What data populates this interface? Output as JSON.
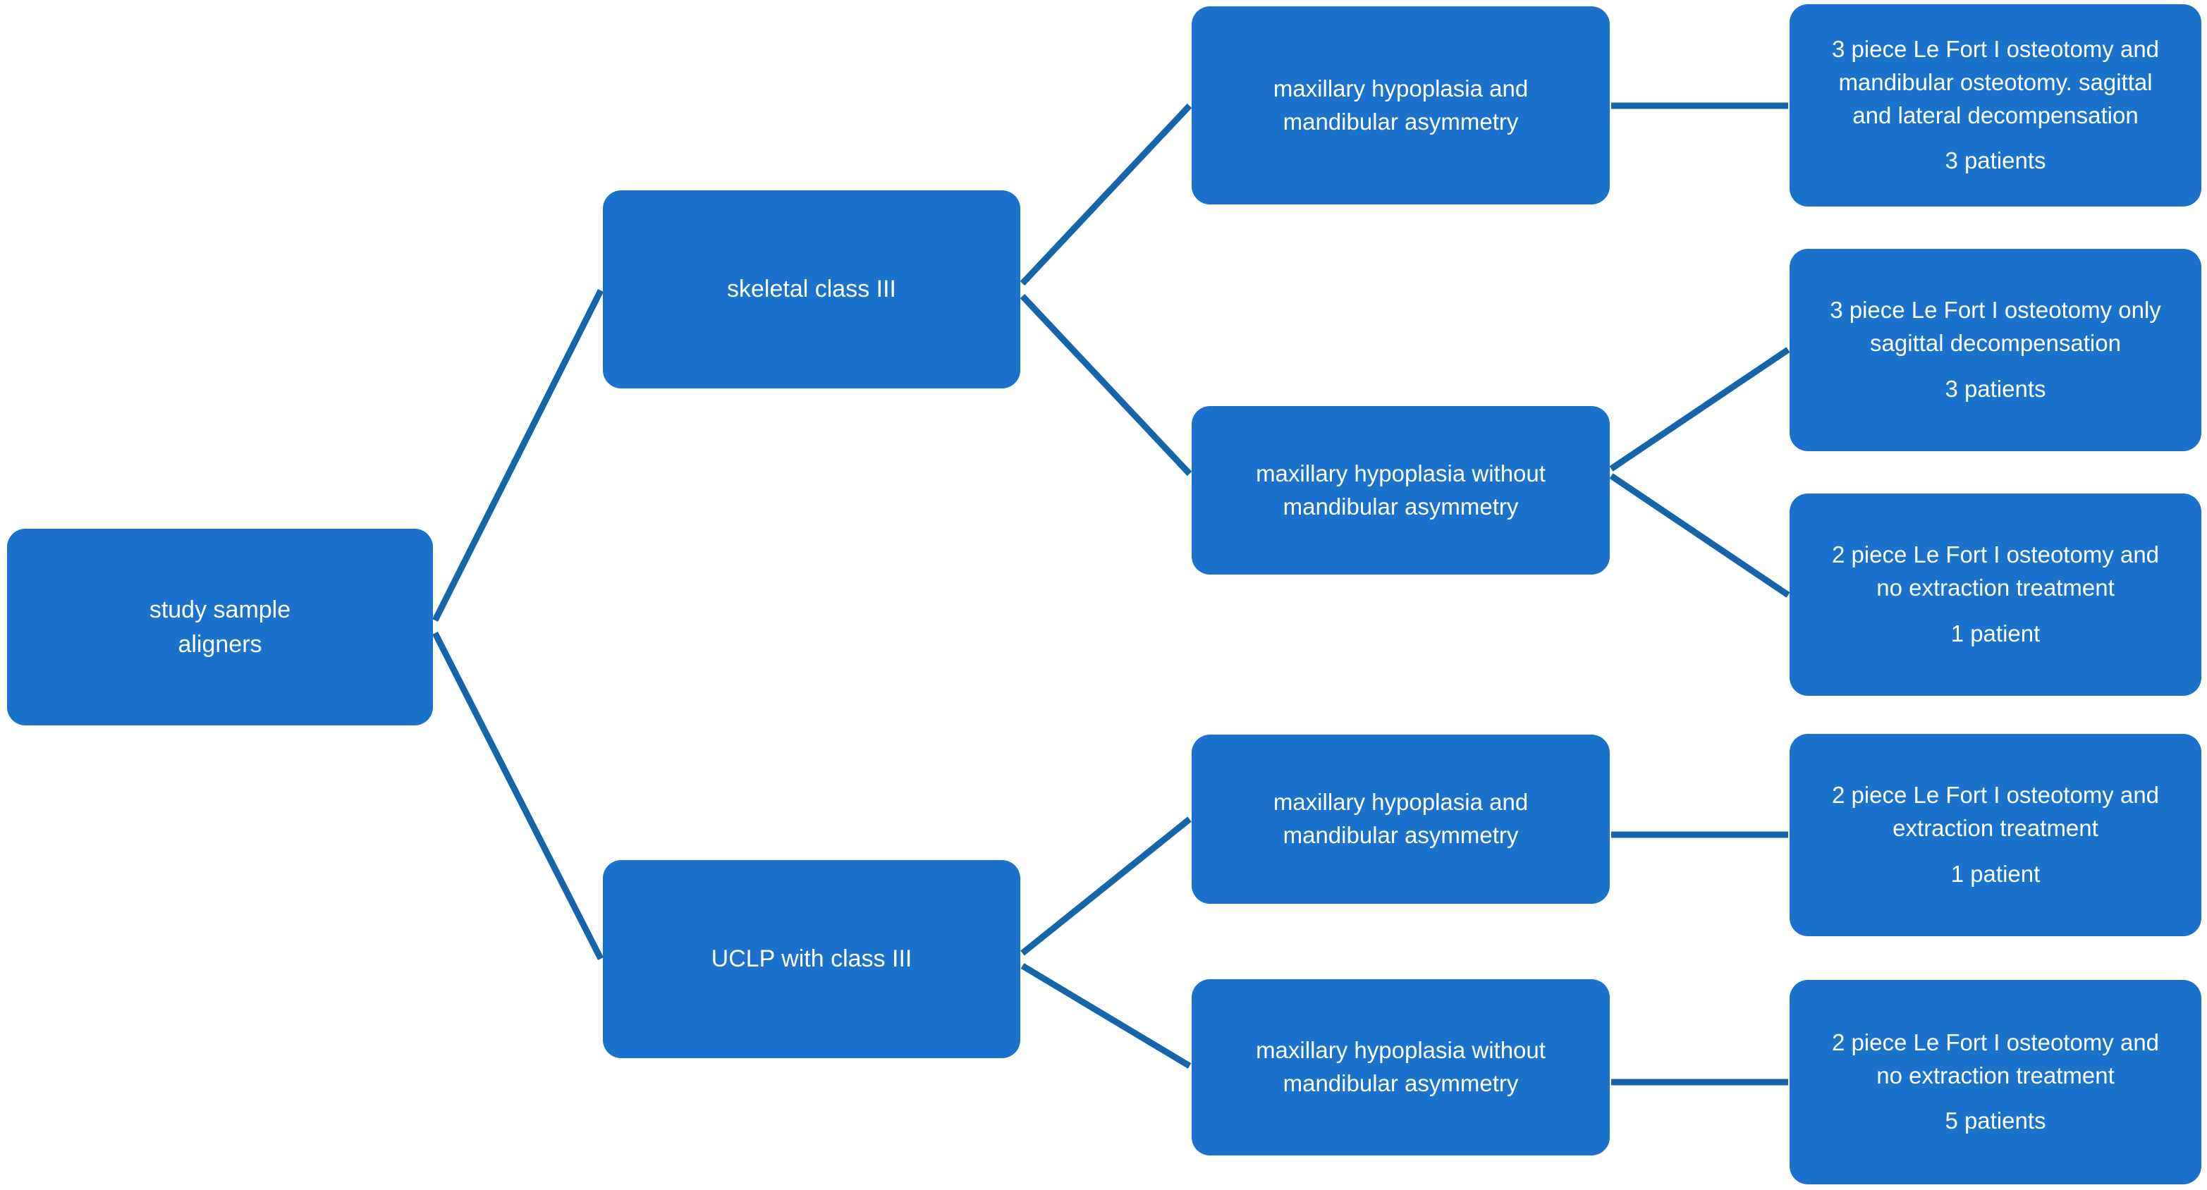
{
  "diagram": {
    "type": "flowchart",
    "orientation": "left-to-right",
    "colors": {
      "node_fill": "#1a72cd",
      "node_text": "#ffffff",
      "connector": "#1565ad",
      "background": "#ffffff"
    }
  },
  "nodes": {
    "root": {
      "id": "study-sample",
      "line1": "study sample",
      "line2": "aligners"
    },
    "level2": [
      {
        "id": "skeletal-class-iii",
        "label": "skeletal class III"
      },
      {
        "id": "uclp-with-class-iii",
        "label": "UCLP with class III"
      }
    ],
    "level3": [
      {
        "id": "skeletal-with-asymmetry",
        "line1": "maxillary hypoplasia and",
        "line2": "mandibular asymmetry"
      },
      {
        "id": "skeletal-without-asymmetry",
        "line1": "maxillary hypoplasia without",
        "line2": "mandibular asymmetry"
      },
      {
        "id": "uclp-with-asymmetry",
        "line1": "maxillary hypoplasia and",
        "line2": "mandibular asymmetry"
      },
      {
        "id": "uclp-without-asymmetry",
        "line1": "maxillary hypoplasia without",
        "line2": "mandibular asymmetry"
      }
    ],
    "leaves": [
      {
        "id": "leaf-3piece-mandibular",
        "line1": "3 piece Le Fort I osteotomy and",
        "line2": "mandibular osteotomy. sagittal",
        "line3": "and lateral decompensation",
        "count": "3 patients"
      },
      {
        "id": "leaf-3piece-only-sagittal",
        "line1": "3 piece Le Fort I osteotomy only",
        "line2": "sagittal decompensation",
        "line3": "",
        "count": "3 patients"
      },
      {
        "id": "leaf-2piece-no-extraction-1",
        "line1": "2 piece Le Fort I osteotomy and",
        "line2": "no extraction treatment",
        "line3": "",
        "count": "1 patient"
      },
      {
        "id": "leaf-2piece-extraction",
        "line1": "2 piece Le Fort I osteotomy and",
        "line2": "extraction treatment",
        "line3": "",
        "count": "1 patient"
      },
      {
        "id": "leaf-2piece-no-extraction-5",
        "line1": "2 piece Le Fort I osteotomy and",
        "line2": "no extraction treatment",
        "line3": "",
        "count": "5 patients"
      }
    ]
  }
}
